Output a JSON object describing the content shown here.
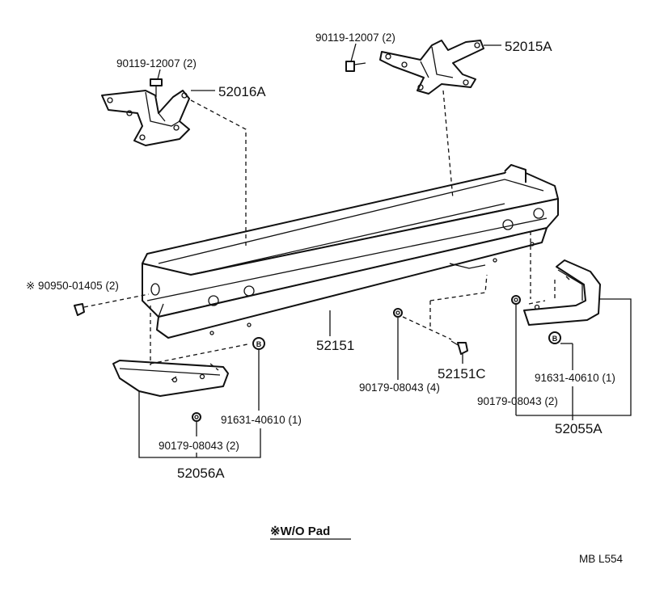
{
  "labels": {
    "bolt_left": "90119-12007 (2)",
    "bolt_right": "90119-12007 (2)",
    "bracket_left": "52016A",
    "bracket_right": "52015A",
    "clip_left": "※ 90950-01405 (2)",
    "bumper": "52151",
    "clip_center": "90179-08043 (4)",
    "plug": "52151C",
    "nut_right": "90179-08043 (2)",
    "retainer_right": "91631-40610 (1)",
    "assy_right": "52055A",
    "retainer_left": "91631-40610 (1)",
    "nut_left": "90179-08043 (2)",
    "assy_left": "52056A",
    "note": "※W/O Pad",
    "code": "MB  L554"
  }
}
